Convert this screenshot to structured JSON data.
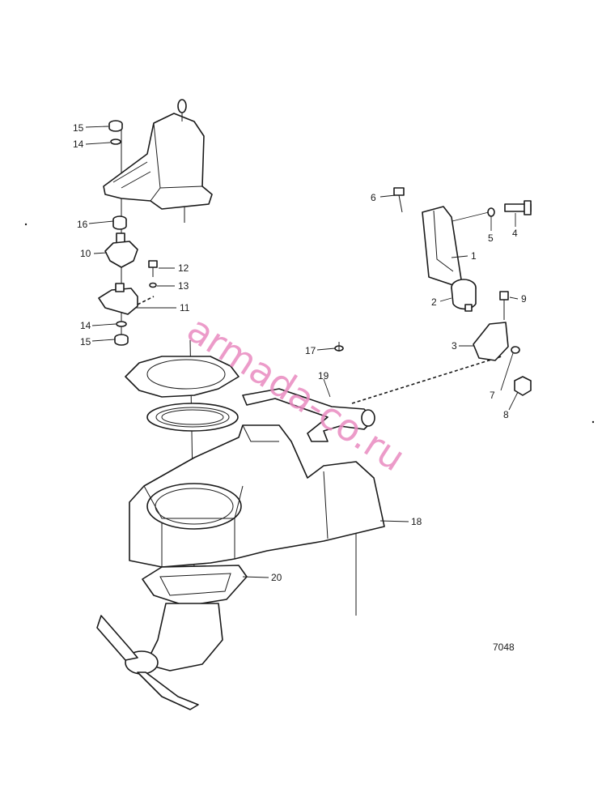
{
  "drawing_number": "7048",
  "watermark": "armada-co.ru",
  "callouts": [
    "1",
    "2",
    "3",
    "4",
    "5",
    "6",
    "7",
    "8",
    "9",
    "10",
    "11",
    "12",
    "13",
    "14",
    "14",
    "15",
    "15",
    "16",
    "17",
    "18",
    "19",
    "20"
  ]
}
